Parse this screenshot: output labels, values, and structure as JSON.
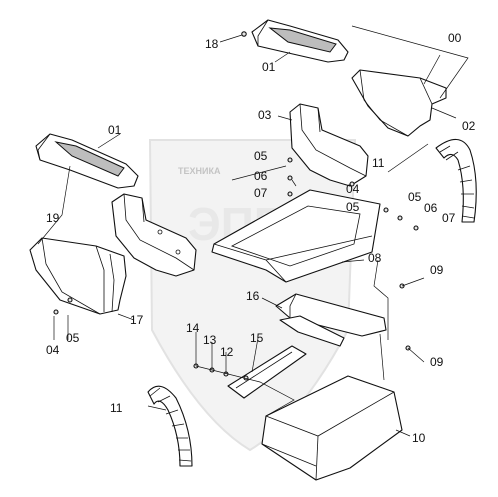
{
  "watermark": {
    "text": "ТЕХНИКА"
  },
  "callouts": {
    "c00": "00",
    "c01a": "01",
    "c01b": "01",
    "c02": "02",
    "c03": "03",
    "c04a": "04",
    "c04b": "04",
    "c05a": "05",
    "c05b": "05",
    "c05c": "05",
    "c05d": "05",
    "c06a": "06",
    "c06b": "06",
    "c07a": "07",
    "c07b": "07",
    "c08": "08",
    "c09a": "09",
    "c09b": "09",
    "c10": "10",
    "c11a": "11",
    "c11b": "11",
    "c12": "12",
    "c13": "13",
    "c14": "14",
    "c15": "15",
    "c16": "16",
    "c17": "17",
    "c18": "18",
    "c19": "19"
  }
}
